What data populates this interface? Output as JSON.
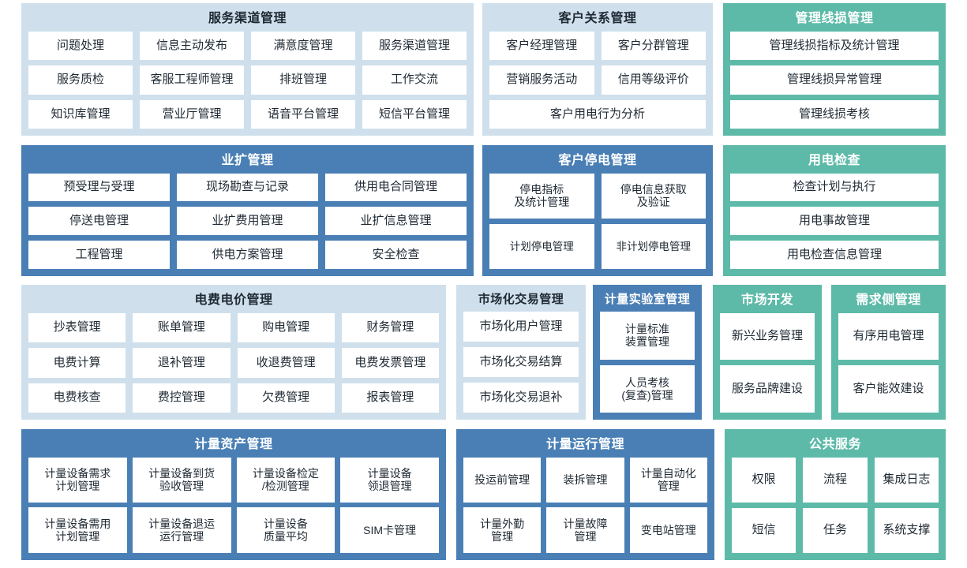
{
  "panels": {
    "service_channel": {
      "title": "服务渠道管理",
      "rows": [
        [
          "问题处理",
          "信息主动发布",
          "满意度管理",
          "服务渠道管理"
        ],
        [
          "服务质检",
          "客服工程师管理",
          "排班管理",
          "工作交流"
        ],
        [
          "知识库管理",
          "营业厅管理",
          "语音平台管理",
          "短信平台管理"
        ]
      ]
    },
    "customer_relations": {
      "title": "客户关系管理",
      "rows": [
        [
          "客户经理管理",
          "客户分群管理"
        ],
        [
          "营销服务活动",
          "信用等级评价"
        ],
        [
          "客户用电行为分析"
        ]
      ]
    },
    "line_loss": {
      "title": "管理线损管理",
      "rows": [
        [
          "管理线损指标及统计管理"
        ],
        [
          "管理线损异常管理"
        ],
        [
          "管理线损考核"
        ]
      ]
    },
    "business_expansion": {
      "title": "业扩管理",
      "rows": [
        [
          "预受理与受理",
          "现场勘查与记录",
          "供用电合同管理"
        ],
        [
          "停送电管理",
          "业扩费用管理",
          "业扩信息管理"
        ],
        [
          "工程管理",
          "供电方案管理",
          "安全检查"
        ]
      ]
    },
    "customer_outage": {
      "title": "客户停电管理",
      "rows": [
        [
          "停电指标\n及统计管理",
          "停电信息获取\n及验证"
        ],
        [
          "计划停电管理",
          "非计划停电管理"
        ]
      ]
    },
    "power_inspection": {
      "title": "用电检查",
      "rows": [
        [
          "检查计划与执行"
        ],
        [
          "用电事故管理"
        ],
        [
          "用电检查信息管理"
        ]
      ]
    },
    "tariff": {
      "title": "电费电价管理",
      "rows": [
        [
          "抄表管理",
          "账单管理",
          "购电管理",
          "财务管理"
        ],
        [
          "电费计算",
          "退补管理",
          "收退费管理",
          "电费发票管理"
        ],
        [
          "电费核查",
          "费控管理",
          "欠费管理",
          "报表管理"
        ]
      ]
    },
    "market_trading": {
      "title": "市场化交易管理",
      "rows": [
        [
          "市场化用户管理"
        ],
        [
          "市场化交易结算"
        ],
        [
          "市场化交易退补"
        ]
      ]
    },
    "metering_lab": {
      "title": "计量实验室管理",
      "rows": [
        [
          "计量标准\n装置管理"
        ],
        [
          "人员考核\n(复查)管理"
        ]
      ]
    },
    "market_development": {
      "title": "市场开发",
      "rows": [
        [
          "新兴业务管理"
        ],
        [
          "服务品牌建设"
        ]
      ]
    },
    "demand_side": {
      "title": "需求侧管理",
      "rows": [
        [
          "有序用电管理"
        ],
        [
          "客户能效建设"
        ]
      ]
    },
    "metering_assets": {
      "title": "计量资产管理",
      "rows": [
        [
          "计量设备需求\n计划管理",
          "计量设备到货\n验收管理",
          "计量设备检定\n/检测管理",
          "计量设备\n领退管理"
        ],
        [
          "计量设备需用\n计划管理",
          "计量设备退运\n运行管理",
          "计量设备\n质量平均",
          "SIM卡管理"
        ]
      ]
    },
    "metering_operation": {
      "title": "计量运行管理",
      "rows": [
        [
          "投运前管理",
          "装拆管理",
          "计量自动化\n管理"
        ],
        [
          "计量外勤\n管理",
          "计量故障\n管理",
          "变电站管理"
        ]
      ]
    },
    "public_service": {
      "title": "公共服务",
      "rows": [
        [
          "权限",
          "流程",
          "集成日志"
        ],
        [
          "短信",
          "任务",
          "系统支撑"
        ]
      ]
    }
  },
  "colors": {
    "light_panel": "#cfe0ec",
    "blue_panel": "#4a7fb5",
    "teal_panel": "#5ebaa8",
    "cell_bg": "#ffffff",
    "text_dark": "#1f2933",
    "text_light": "#ffffff"
  }
}
